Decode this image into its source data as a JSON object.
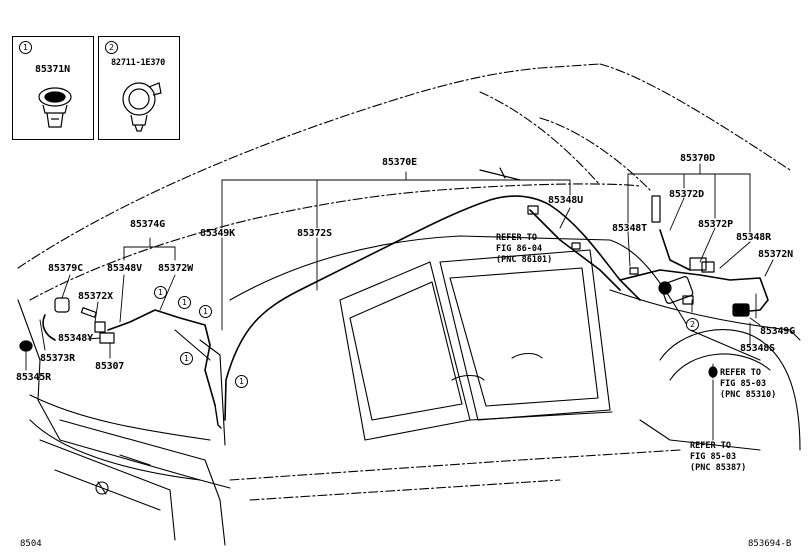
{
  "insets": [
    {
      "marker": "1",
      "part": "85371N"
    },
    {
      "marker": "2",
      "part": "82711-1E370"
    }
  ],
  "labels": {
    "p85370E": "85370E",
    "p85374G": "85374G",
    "p85349K": "85349K",
    "p85372S": "85372S",
    "p85348U": "85348U",
    "p85370D": "85370D",
    "p85372D": "85372D",
    "p85348T": "85348T",
    "p85372P": "85372P",
    "p85348R": "85348R",
    "p85372N": "85372N",
    "p85379C": "85379C",
    "p85348V": "85348V",
    "p85372W": "85372W",
    "p85372X": "85372X",
    "p85348Y": "85348Y",
    "p85373R": "85373R",
    "p85307": "85307",
    "p85345R": "85345R",
    "p85349G": "85349G",
    "p85348S": "85348S"
  },
  "references": {
    "r1": "REFER TO\nFIG 86-04\n(PNC 86101)",
    "r2": "REFER TO\nFIG 85-03\n(PNC 85310)",
    "r3": "REFER TO\nFIG 85-03\n(PNC 85387)"
  },
  "markers": {
    "one": "1",
    "two": "2"
  },
  "footer": {
    "left": "8504",
    "right": "853694-B"
  }
}
